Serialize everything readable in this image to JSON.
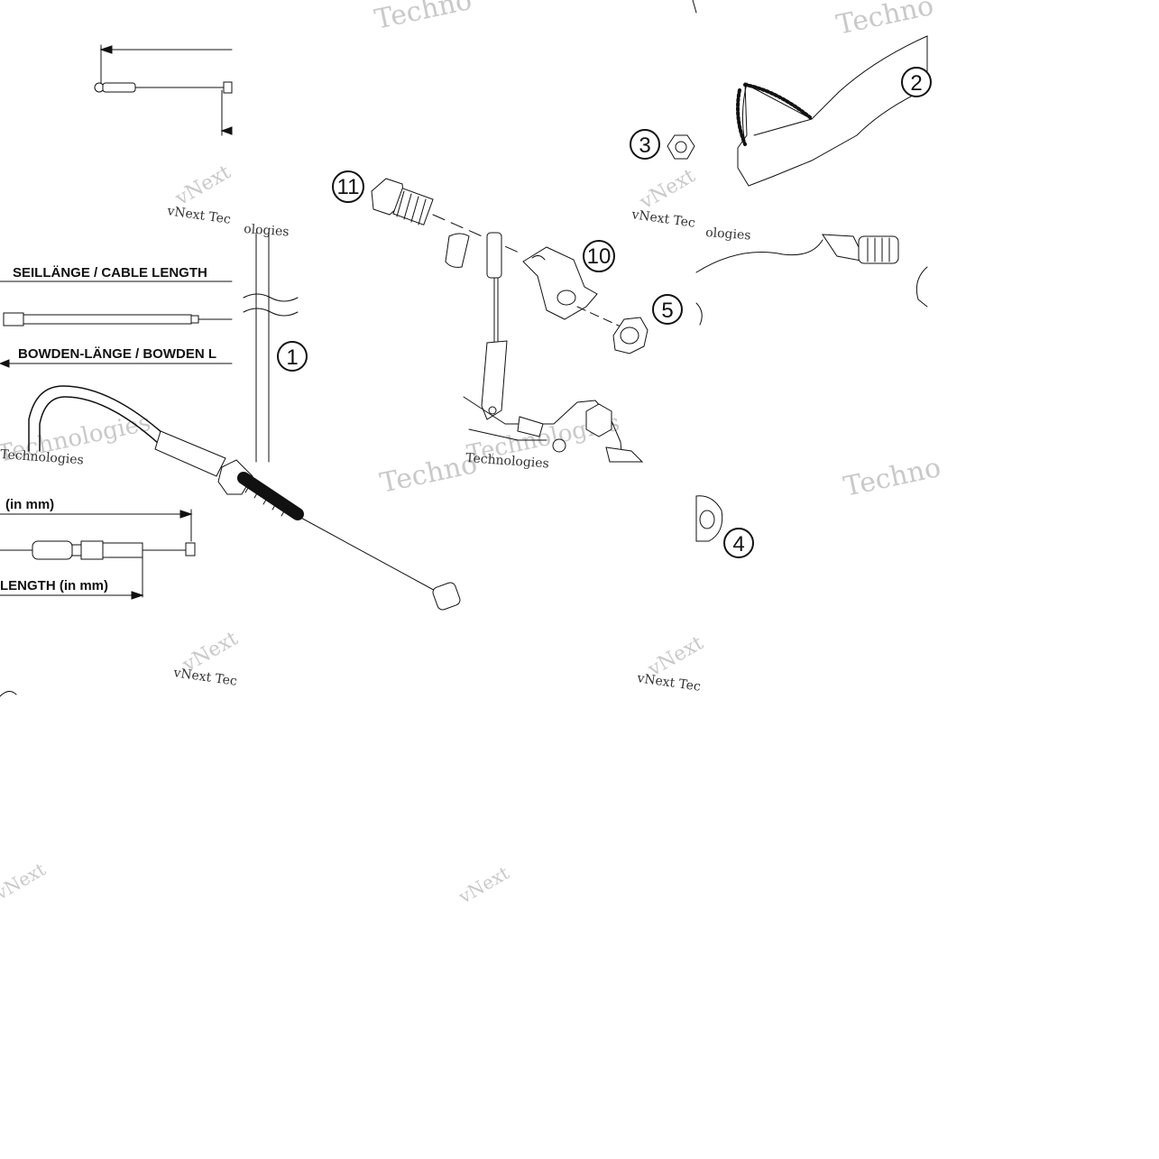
{
  "labels": {
    "cable_length": "SEILLÄNGE / CABLE LENGTH",
    "bowden_length": "BOWDEN-LÄNGE / BOWDEN L",
    "in_mm_1": "(in mm)",
    "in_mm_2": "LENGTH (in mm)"
  },
  "callouts": [
    "1",
    "2",
    "3",
    "4",
    "5",
    "10",
    "11"
  ],
  "watermarks": {
    "techno": "Techno",
    "technologies": "Technologies",
    "vnext_tech": "vNext Tec",
    "vnext": "vNext",
    "ologies": "ologies"
  },
  "colors": {
    "ink": "#111111",
    "watermark": "#c9c9c9",
    "background": "#ffffff"
  }
}
